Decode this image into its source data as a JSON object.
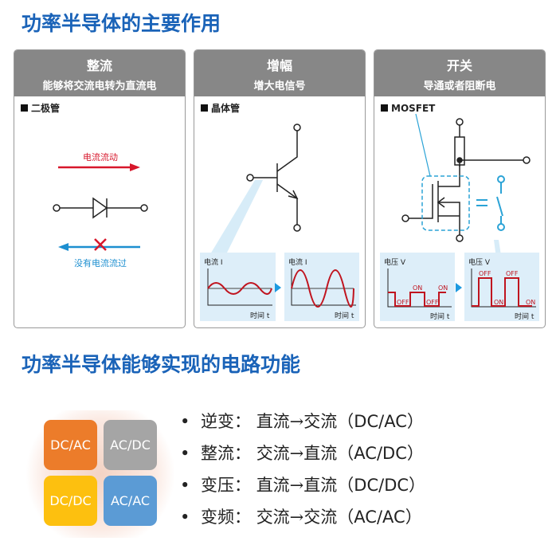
{
  "title": "功率半导体的主要作用",
  "panels": [
    {
      "title": "整流",
      "subtitle": "能够将交流电转为直流电",
      "device": "二极管",
      "flow_label": "电流流动",
      "noflow_label": "没有电流流过"
    },
    {
      "title": "增幅",
      "subtitle": "增大电信号",
      "device": "晶体管",
      "graph_ylabel": "电流 I",
      "graph_xlabel": "时间 t"
    },
    {
      "title": "开关",
      "subtitle": "导通或者阻断电",
      "device": "MOSFET",
      "graph_ylabel": "电压 V",
      "graph_xlabel": "时间 t",
      "on": "ON",
      "off": "OFF"
    }
  ],
  "section2_title": "功率半导体能够实现的电路功能",
  "boxes": [
    {
      "label": "DC/AC",
      "color": "#ec7c2a"
    },
    {
      "label": "AC/DC",
      "color": "#a5a5a5"
    },
    {
      "label": "DC/DC",
      "color": "#fdc00f"
    },
    {
      "label": "AC/AC",
      "color": "#5b9bd5"
    }
  ],
  "functions": [
    {
      "name": "逆变：",
      "desc": "直流→交流（",
      "code": "DC/AC",
      "end": "）"
    },
    {
      "name": "整流：",
      "desc": "交流→直流（",
      "code": "AC/DC",
      "end": "）"
    },
    {
      "name": "变压：",
      "desc": "直流→直流（",
      "code": "DC/DC",
      "end": "）"
    },
    {
      "name": "变频：",
      "desc": "交流→交流（",
      "code": "AC/AC",
      "end": "）"
    }
  ]
}
